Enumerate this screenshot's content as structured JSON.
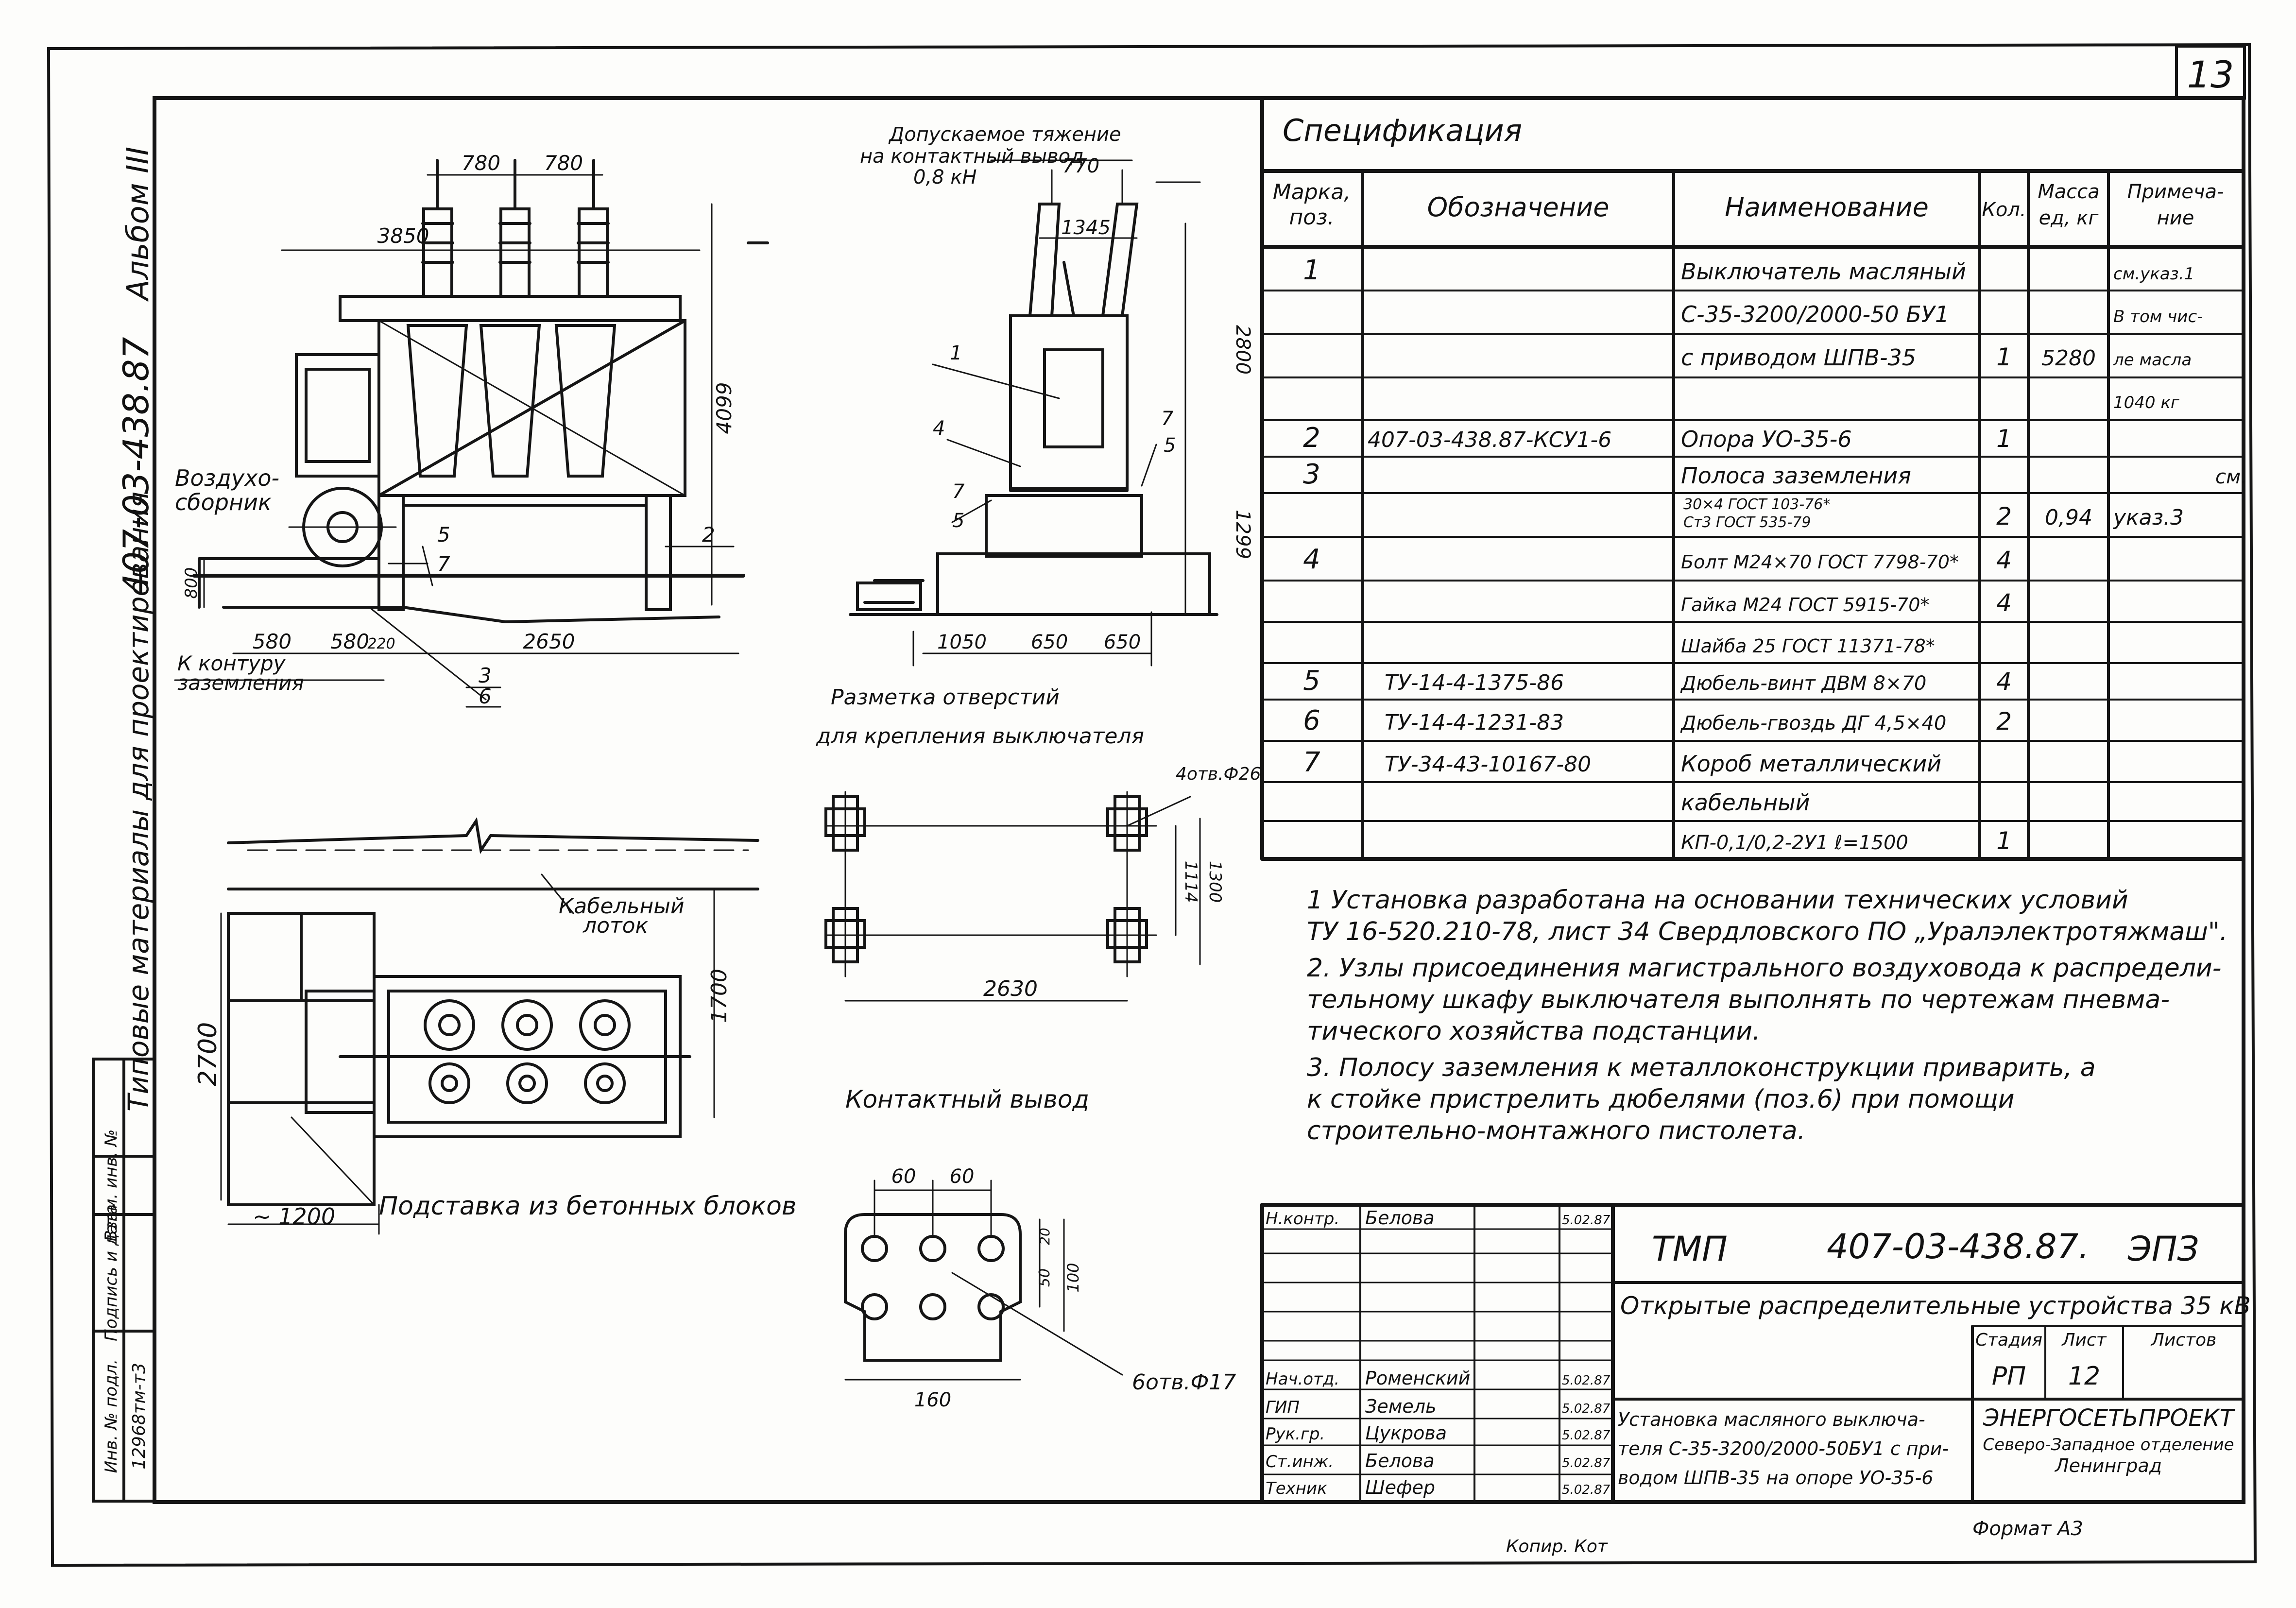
{
  "sheet_number": "13",
  "side": {
    "album": "Альбом III",
    "code": "407-03-438.87",
    "title": "Типовые материалы для проектирования",
    "stamp_labels": [
      "Инв. № подл.",
      "Подпись и дата",
      "Взам. инв. №"
    ],
    "stamp_value": "12968тм-т3"
  },
  "front_view": {
    "dim_780a": "780",
    "dim_780b": "780",
    "dim_3850": "3850",
    "dim_4099": "4099",
    "air_label": "Воздухо-\nсборник",
    "dim_800": "800",
    "dim_580a": "580",
    "dim_580b": "580",
    "dim_220": "220",
    "dim_2650": "2650",
    "ground_label": "К контуру\nзаземления",
    "p5": "5",
    "p7": "7",
    "p2": "2",
    "p3": "3",
    "p6": "6"
  },
  "side_view": {
    "tension": "Допускаемое тяжение\nна контактный вывод\n0,8 кН",
    "dim_770": "770",
    "dim_1345": "1345",
    "dim_2800": "2800",
    "dim_1299": "1299",
    "p1": "1",
    "p4": "4",
    "p7a": "7",
    "p5a": "5",
    "p7b": "7",
    "p5b": "5",
    "dim_1050": "1050",
    "dim_650a": "650",
    "dim_650b": "650"
  },
  "holes": {
    "title": "Разметка отверстий\nдля крепления выключателя",
    "holes_label": "4отв.Ф26",
    "dim_1114": "1114",
    "dim_1300": "1300",
    "dim_2630": "2630"
  },
  "plan": {
    "cable_tray": "Кабельный\nлоток",
    "dim_1700": "1700",
    "dim_2700": "2700",
    "dim_1200": "~ 1200",
    "stand": "Подставка из бетонных блоков"
  },
  "terminal": {
    "title": "Контактный вывод",
    "dim_60a": "60",
    "dim_60b": "60",
    "dim_20": "20",
    "dim_50": "50",
    "dim_100": "100",
    "dim_160": "160",
    "holes_label": "6отв.Ф17"
  },
  "spec": {
    "title": "Спецификация",
    "headers": [
      "Марка,\nпоз.",
      "Обозначение",
      "Наименование",
      "Кол.",
      "Масса\nед, кг",
      "Примеча-\nние"
    ],
    "rows": [
      [
        "1",
        "",
        "Выключатель масляный",
        "",
        "",
        "см.указ.1"
      ],
      [
        "",
        "",
        "С-35-3200/2000-50 БУ1",
        "",
        "",
        "В том чис-"
      ],
      [
        "",
        "",
        "с приводом ШПВ-35",
        "1",
        "5280",
        "ле масла"
      ],
      [
        "",
        "",
        "",
        "",
        "",
        "1040 кг"
      ],
      [
        "2",
        "407-03-438.87-КСУ1-6",
        "Опора УО-35-6",
        "1",
        "",
        ""
      ],
      [
        "3",
        "",
        "Полоса заземления",
        "",
        "",
        "см."
      ],
      [
        "",
        "",
        "30×4 ГОСТ 103-76*\nСт3 ГОСТ 535-79",
        "2",
        "0,94",
        "указ.3"
      ],
      [
        "4",
        "",
        "Болт М24×70 ГОСТ 7798-70*",
        "4",
        "",
        ""
      ],
      [
        "",
        "",
        "Гайка М24 ГОСТ 5915-70*",
        "4",
        "",
        ""
      ],
      [
        "",
        "",
        "Шайба 25 ГОСТ 11371-78*",
        "",
        "",
        ""
      ],
      [
        "5",
        "ТУ-14-4-1375-86",
        "Дюбель-винт ДВМ 8×70",
        "4",
        "",
        ""
      ],
      [
        "6",
        "ТУ-14-4-1231-83",
        "Дюбель-гвоздь ДГ 4,5×40",
        "2",
        "",
        ""
      ],
      [
        "7",
        "ТУ-34-43-10167-80",
        "Короб металлический",
        "",
        "",
        ""
      ],
      [
        "",
        "",
        "кабельный",
        "",
        "",
        ""
      ],
      [
        "",
        "",
        "КП-0,1/0,2-2У1   ℓ=1500",
        "1",
        "",
        ""
      ]
    ]
  },
  "notes": [
    "1  Установка разработана на основании технических условий",
    "    ТУ 16-520.210-78, лист 34 Свердловского ПО „Уралэлектротяжмаш\".",
    "2. Узлы присоединения магистрального воздуховода к распредели-",
    "    тельному шкафу выключателя выполнять по чертежам пневма-",
    "    тического хозяйства подстанции.",
    "3. Полосу заземления к металлоконструкции приварить, а",
    "    к стойке пристрелить дюбелями (поз.6) при помощи",
    "    строительно-монтажного пистолета."
  ],
  "title_block": {
    "roles": [
      "Н.контр.",
      "",
      "",
      "",
      "",
      "Нач.отд.",
      "ГИП",
      "Рук.гр.",
      "Ст.инж.",
      "Техник"
    ],
    "names": [
      "Белова",
      "",
      "",
      "",
      "",
      "Роменский",
      "Земель",
      "Цукрова",
      "Белова",
      "Шефер"
    ],
    "dates": [
      "5.02.87",
      "",
      "",
      "",
      "",
      "5.02.87",
      "5.02.87",
      "5.02.87",
      "5.02.87",
      "5.02.87"
    ],
    "tmp": "ТМП",
    "code": "407-03-438.87.",
    "section": "ЭПЗ",
    "project": "Открытые распределительные устройства 35 кВ",
    "stage_h": "Стадия",
    "sheet_h": "Лист",
    "sheets_h": "Листов",
    "stage": "РП",
    "sheet": "12",
    "desc": "Установка масляного выключа-\nтеля С-35-3200/2000-50БУ1 с при-\nводом ШПВ-35 на опоре УО-35-6",
    "org": "ЭНЕРГОСЕТЬПРОЕКТ\nСеверо-Западное отделение\nЛенинград",
    "format": "Формат А3",
    "copied": "Копир. Кот"
  }
}
